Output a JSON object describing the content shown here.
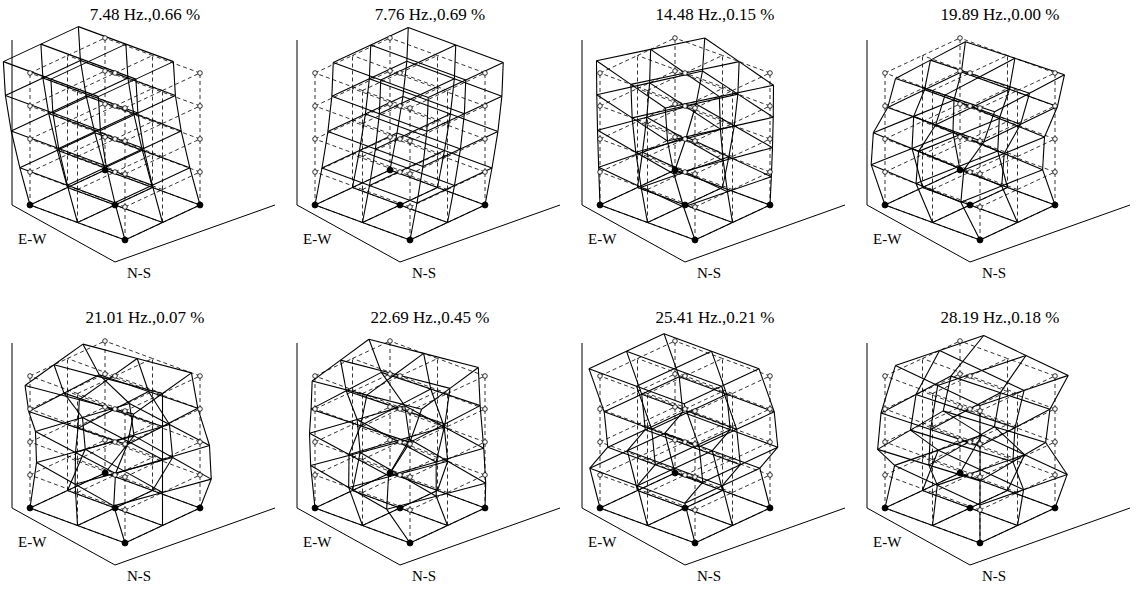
{
  "diagram": {
    "labels": [
      "7.48 Hz.,0.66 %",
      "E-W",
      "N-S",
      "7.76 Hz.,0.69 %",
      "E-W",
      "N-S",
      "14.48 Hz.,0.15 %",
      "E-W",
      "N-S",
      "19.89 Hz.,0.00 %",
      "E-W",
      "N-S",
      "21.01 Hz.,0.07 %",
      "E-W",
      "N-S",
      "22.69 Hz.,0.45 %",
      "E-W",
      "N-S",
      "25.41 Hz.,0.21 %",
      "E-W",
      "N-S",
      "28.19 Hz.,0.18 %",
      "E-W",
      "N-S"
    ]
  }
}
